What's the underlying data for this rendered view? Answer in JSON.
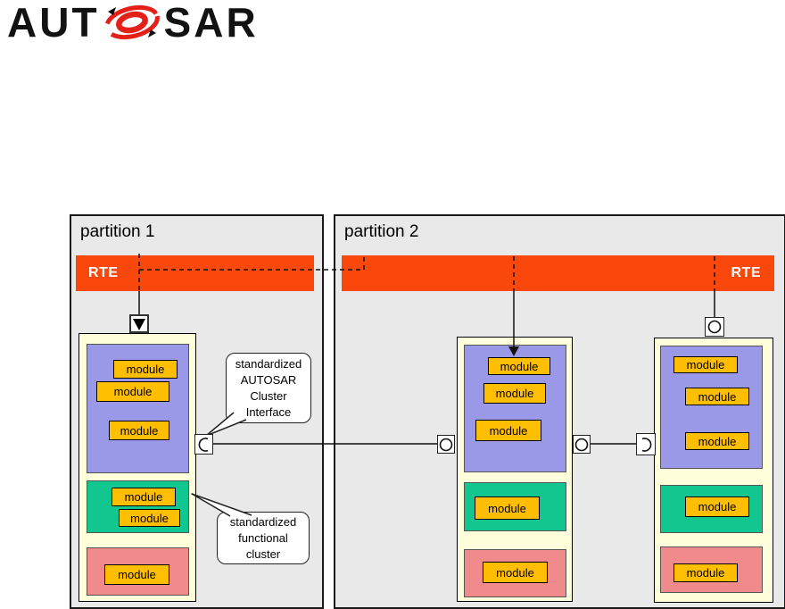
{
  "logo": {
    "aut": "AUT",
    "sar": "SAR",
    "o_icon": "autosar-swirl-o"
  },
  "diagram": {
    "module_label": "module",
    "partition1": {
      "title": "partition 1",
      "rte_label": "RTE"
    },
    "partition2": {
      "title": "partition 2",
      "rte_label": "RTE"
    },
    "callout_cluster_interface": {
      "lines": [
        "standardized",
        "AUTOSAR",
        "Cluster",
        "Interface"
      ]
    },
    "callout_functional_cluster": {
      "lines": [
        "standardized",
        "functional",
        "cluster"
      ]
    },
    "icons": {
      "triangle_port": "arrow-down-port-icon",
      "provided_interface": "lollipop-circle-icon",
      "required_interface": "socket-half-circle-icon"
    },
    "colors": {
      "rte_bar": "#FA470B",
      "module_fill": "#FFBE00",
      "basic_software_cluster": "#9999E8",
      "functional_cluster": "#12C78F",
      "complex_driver": "#F18A8A",
      "container_fill": "#FFFFDB",
      "partition_fill": "#E9E9E9"
    }
  }
}
